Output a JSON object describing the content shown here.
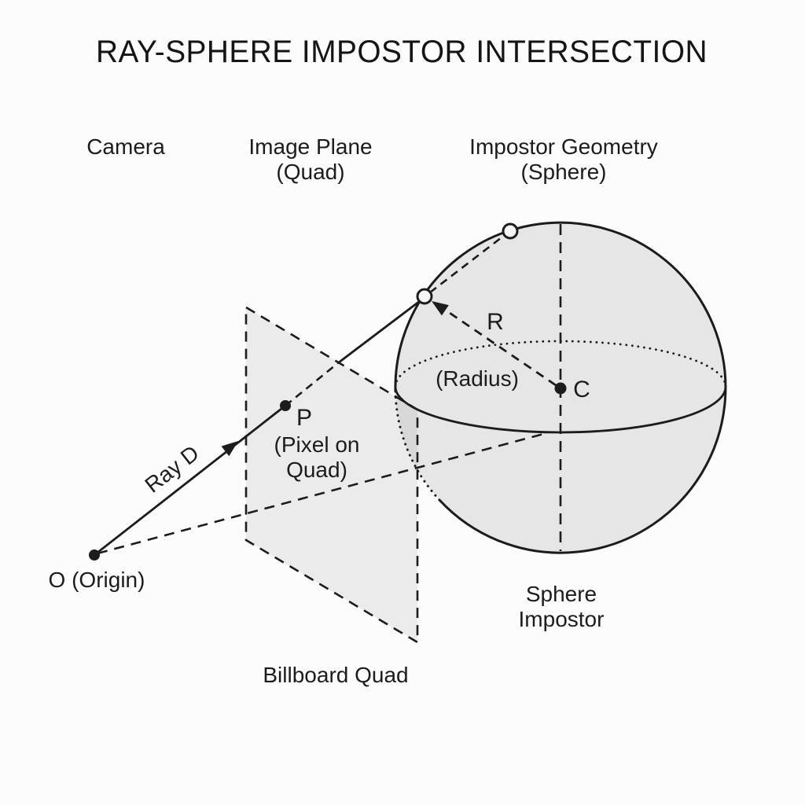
{
  "title": "RAY-SPHERE IMPOSTOR INTERSECTION",
  "column_labels": {
    "camera": "Camera",
    "image_plane": [
      "Image Plane",
      "(Quad)"
    ],
    "impostor_geometry": [
      "Impostor Geometry",
      "(Sphere)"
    ]
  },
  "diagram_labels": {
    "ray": "Ray D",
    "origin": "O (Origin)",
    "pixel_point": "P",
    "pixel_sub": [
      "(Pixel on",
      "Quad)"
    ],
    "radius_letter": "R",
    "radius_sub": "(Radius)",
    "center_letter": "C",
    "sphere_impostor": [
      "Sphere",
      "Impostor"
    ],
    "billboard": "Billboard Quad"
  },
  "colors": {
    "ink": "#1c1c1c",
    "sphere-fill": "#e6e6e6",
    "quad-fill": "rgba(127,127,127,0.13)",
    "bg": "#fcfcfc",
    "point-fill": "#f7f7f7"
  }
}
